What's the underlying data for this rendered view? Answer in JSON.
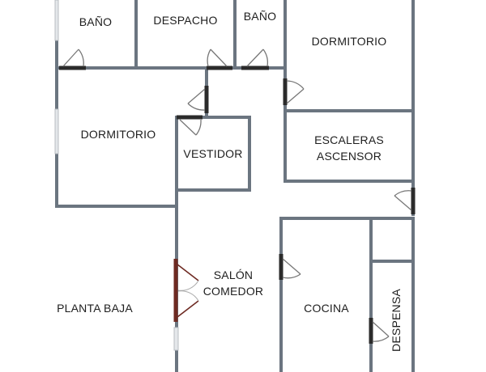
{
  "plan": {
    "title": "PLANTA BAJA",
    "colors": {
      "wall": "#6b7580",
      "door_frame": "#2b2b2b",
      "main_door": "#6e2a22",
      "window": "#c8ccd0",
      "background": "#ffffff",
      "text": "#1e1e1e"
    },
    "rooms": [
      {
        "id": "bano-1",
        "label": "BAÑO"
      },
      {
        "id": "despacho",
        "label": "DESPACHO"
      },
      {
        "id": "bano-2",
        "label": "BAÑO"
      },
      {
        "id": "dormitorio-1",
        "label": "DORMITORIO"
      },
      {
        "id": "dormitorio-2",
        "label": "DORMITORIO"
      },
      {
        "id": "vestidor",
        "label": "VESTIDOR"
      },
      {
        "id": "escaleras",
        "label_line1": "ESCALERAS",
        "label_line2": "ASCENSOR"
      },
      {
        "id": "salon",
        "label_line1": "SALÓN",
        "label_line2": "COMEDOR"
      },
      {
        "id": "cocina",
        "label": "COCINA"
      },
      {
        "id": "despensa",
        "label": "DESPENSA"
      }
    ]
  }
}
